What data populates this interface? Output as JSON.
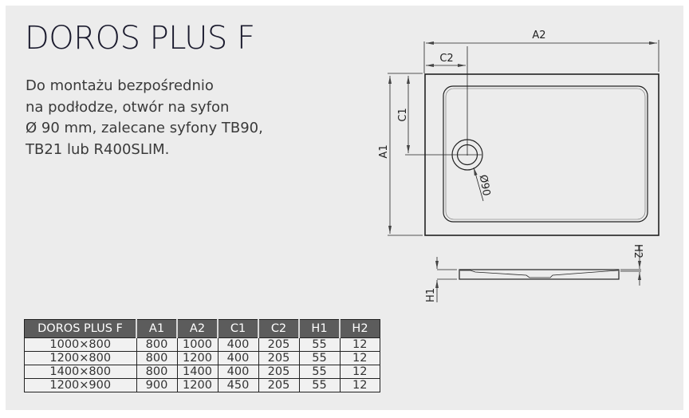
{
  "title": "DOROS PLUS F",
  "description": [
    "Do montażu bezpośrednio",
    "na podłodze, otwór na syfon",
    "Ø 90 mm, zalecane syfony TB90,",
    "TB21 lub R400SLIM."
  ],
  "drawing": {
    "top_view": {
      "dim_labels": {
        "a2": "A2",
        "c2": "C2",
        "c1": "C1",
        "a1": "A1",
        "drain": "Ø90"
      }
    },
    "side_view": {
      "dim_labels": {
        "h1": "H1",
        "h2": "H2"
      }
    }
  },
  "table": {
    "headers": [
      "DOROS PLUS F",
      "A1",
      "A2",
      "C1",
      "C2",
      "H1",
      "H2"
    ],
    "rows": [
      [
        "1000×800",
        "800",
        "1000",
        "400",
        "205",
        "55",
        "12"
      ],
      [
        "1200×800",
        "800",
        "1200",
        "400",
        "205",
        "55",
        "12"
      ],
      [
        "1400×800",
        "800",
        "1400",
        "400",
        "205",
        "55",
        "12"
      ],
      [
        "1200×900",
        "900",
        "1200",
        "450",
        "205",
        "55",
        "12"
      ]
    ]
  },
  "colors": {
    "panel_bg": "#ececec",
    "table_header_bg": "#5c5c5c",
    "table_header_text": "#ffffff",
    "title_text": "#1b1b2e"
  }
}
